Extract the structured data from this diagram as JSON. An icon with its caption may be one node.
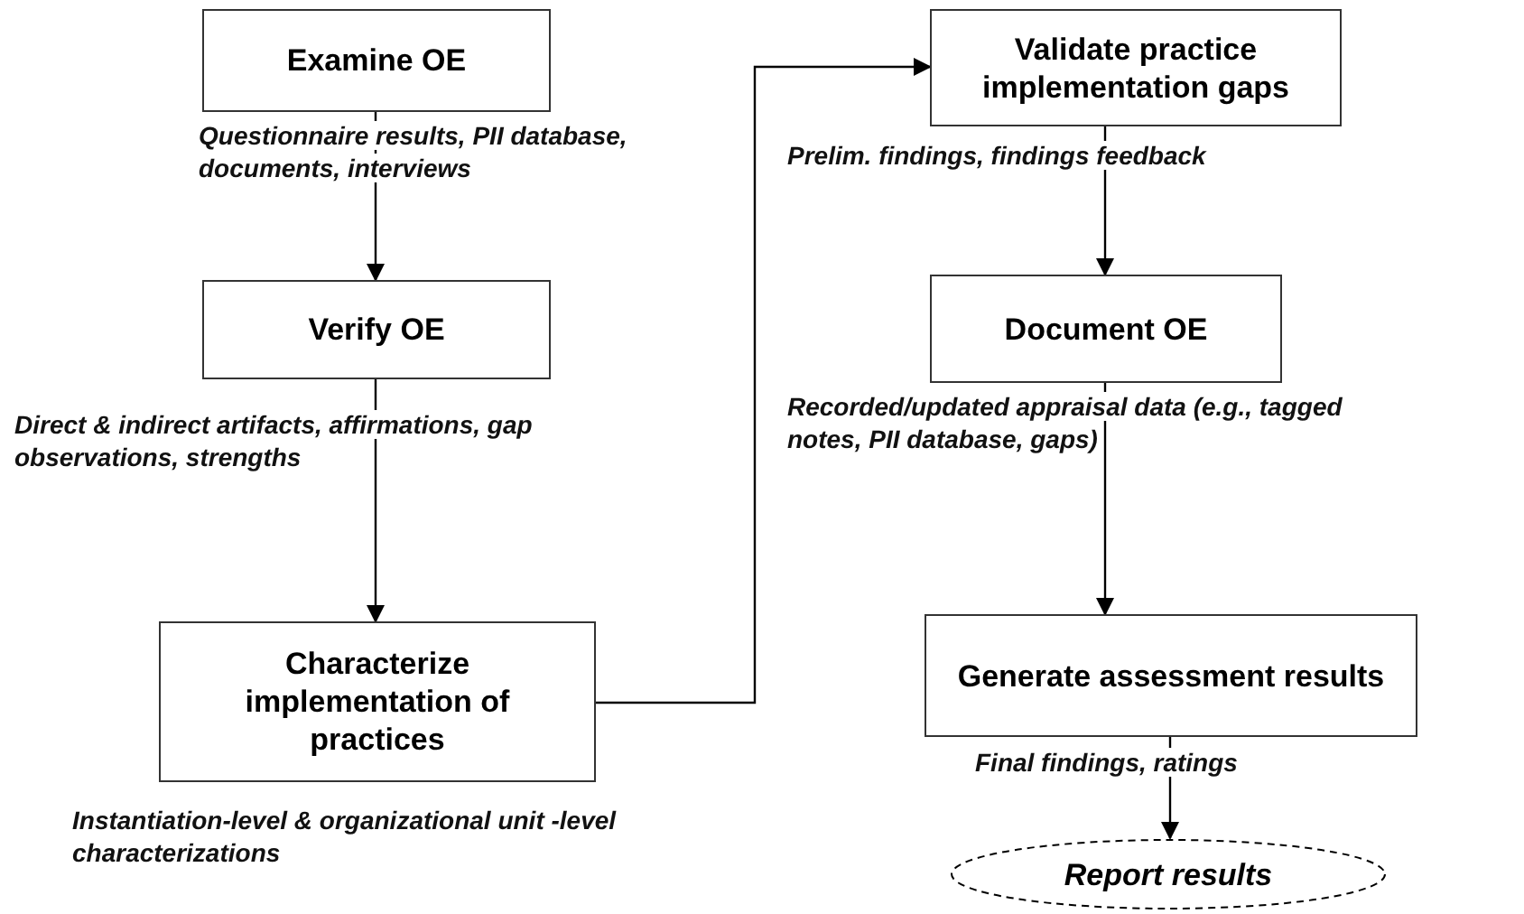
{
  "diagram": {
    "nodes": [
      {
        "text": [
          "Examine OE"
        ],
        "beside": [
          "Questionnaire results, PII database, documents, interviews"
        ]
      },
      {
        "text": [
          "Verify OE"
        ],
        "beside": [
          "Direct & indirect artifacts, affirmations, gap observations, strengths"
        ]
      },
      {
        "text": [
          "Characterize implementation of practices"
        ],
        "beside": [
          "Instantiation-level & organizational unit -level characterizations"
        ]
      },
      {
        "text": [
          "Validate practice implementation gaps"
        ],
        "beside": [
          "Prelim. findings, findings feedback"
        ]
      },
      {
        "text": [
          "Document OE"
        ],
        "beside": [
          "Recorded/updated appraisal data (e.g., tagged notes, PII database, gaps)"
        ]
      },
      {
        "text": [
          "Generate assessment results"
        ],
        "beside": [
          "Final findings, ratings"
        ]
      },
      {
        "text": [
          "Report results"
        ]
      }
    ],
    "edges": [
      {
        "from": 0,
        "to": 1,
        "arrow": "to"
      },
      {
        "from": 1,
        "to": 2,
        "arrow": "to"
      },
      {
        "from": 2,
        "to": 3,
        "arrow": "to"
      },
      {
        "from": 3,
        "to": 4,
        "arrow": "to"
      },
      {
        "from": 4,
        "to": 5,
        "arrow": "to"
      },
      {
        "from": 5,
        "to": 6,
        "arrow": "to"
      }
    ]
  }
}
